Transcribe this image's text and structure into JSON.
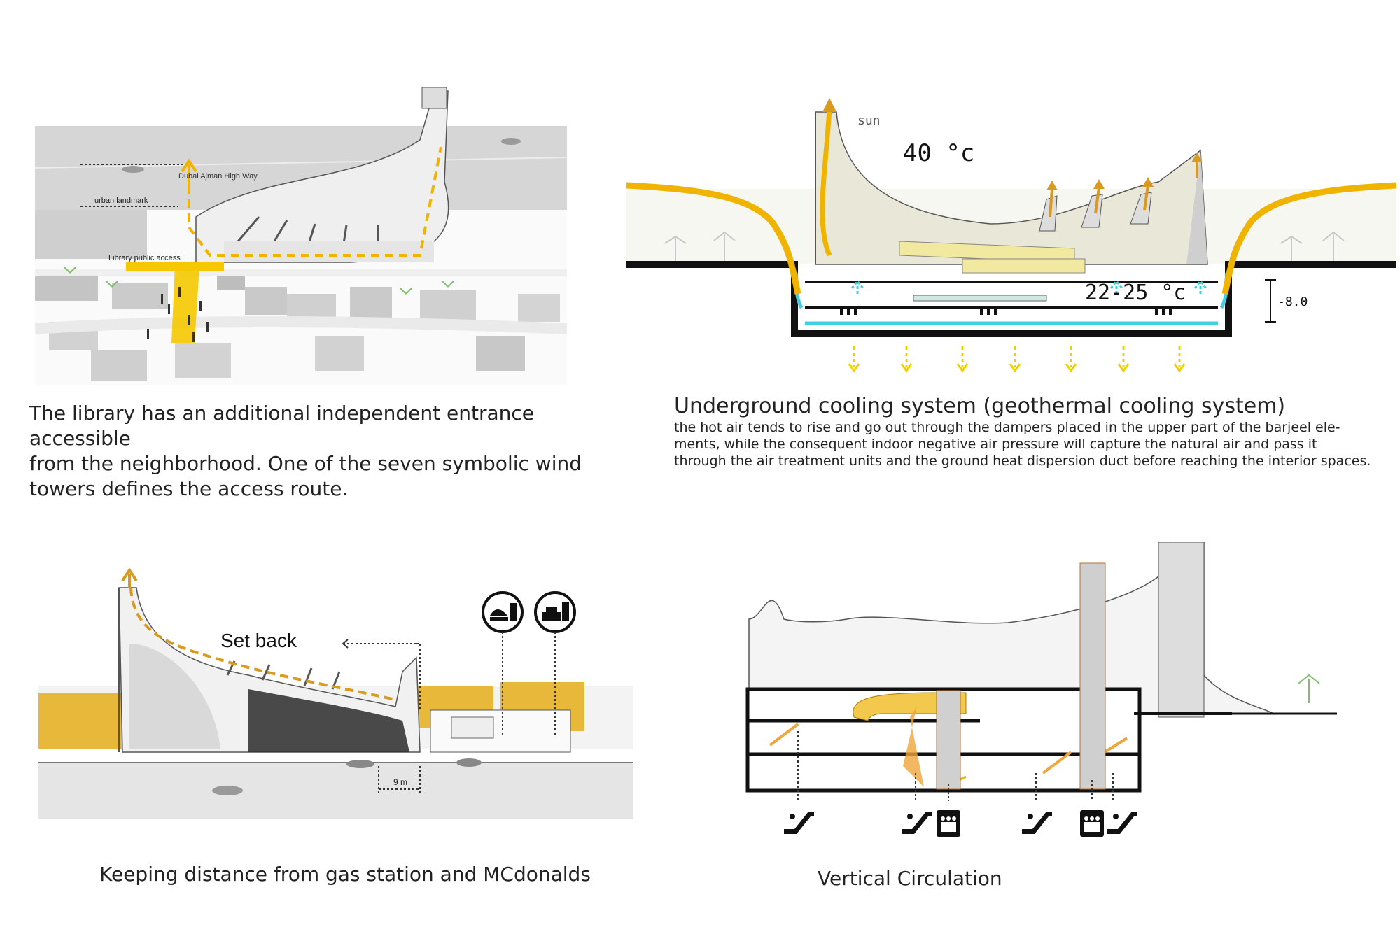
{
  "panel1": {
    "labels": {
      "highway": "Dubai Ajman High Way",
      "landmark": "urban landmark",
      "public_access": "Library public access"
    },
    "caption": [
      "The library has an additional independent entrance accessible",
      "from the neighborhood. One of the seven symbolic wind",
      "towers defines the access route."
    ]
  },
  "panel2": {
    "labels": {
      "sun": "sun",
      "outside_temp": "40 °c",
      "inside_temp": "22-25 °c",
      "depth": "-8.0"
    },
    "title": "Underground cooling system (geothermal cooling system)",
    "body": [
      "the hot air tends to rise and go out through the dampers placed in the upper part of the barjeel ele-",
      "ments, while the consequent indoor negative air pressure will capture the natural air and pass it",
      "through the air treatment units and the ground heat dispersion duct before reaching the interior spaces."
    ]
  },
  "panel3": {
    "labels": {
      "setback": "Set back",
      "distance": "9 m"
    },
    "icons": [
      "burger-drink-icon",
      "gas-station-car-icon"
    ],
    "caption": "Keeping distance from gas station and MCdonalds"
  },
  "panel4": {
    "icons": [
      "escalator-icon",
      "escalator-icon",
      "elevator-icon",
      "escalator-icon",
      "elevator-icon",
      "escalator-icon"
    ],
    "caption": "Vertical Circulation"
  },
  "colors": {
    "accent_yellow": "#f0b400",
    "accent_orange": "#d99a1f",
    "cool_cyan": "#3fd0e6",
    "dark": "#111111"
  }
}
